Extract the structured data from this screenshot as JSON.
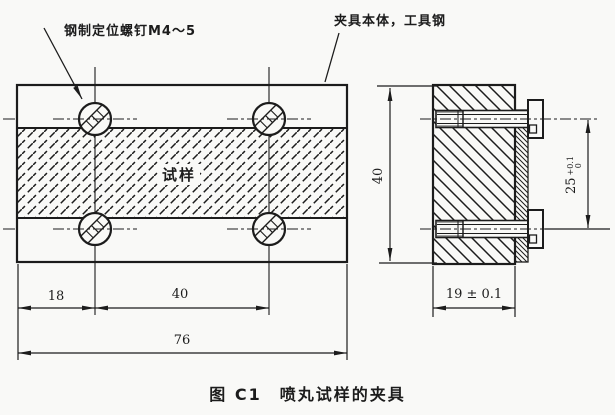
{
  "figure_caption": "图 C1　喷丸试样的夹具",
  "annotations": {
    "screw_label": "钢制定位螺钉M4～5",
    "body_label": "夹具本体，工具钢",
    "specimen_label": "试样"
  },
  "dimensions": {
    "front_view": {
      "edge_to_hole": "18",
      "hole_spacing": "40",
      "overall_width": "76"
    },
    "side_view": {
      "overall_height": "40",
      "hole_distance_value": "25",
      "hole_distance_tol_upper": "+0.1",
      "hole_distance_tol_lower": "0",
      "thickness": "19 ± 0.1"
    }
  },
  "colors": {
    "ink": "#1c1c1c",
    "paper": "#f9f9f7"
  }
}
